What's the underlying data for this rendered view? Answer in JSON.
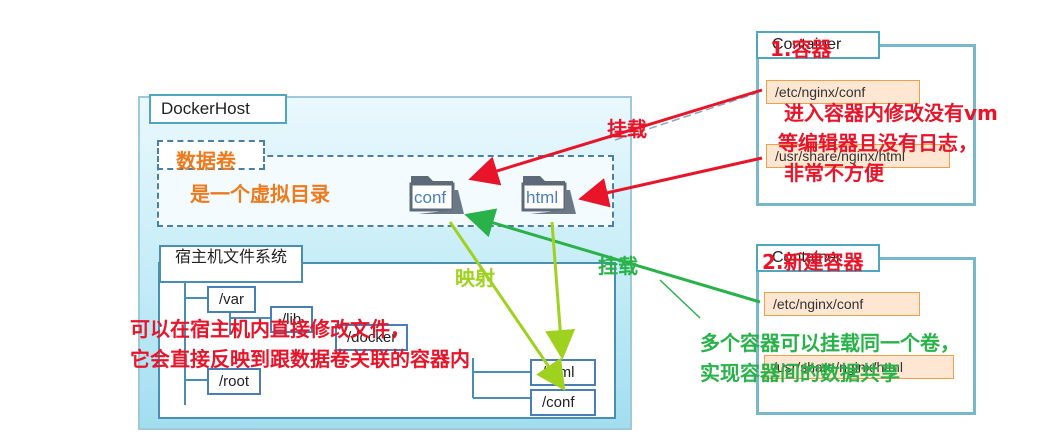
{
  "docker_host": {
    "label": "DockerHost",
    "volume": {
      "label": "数据卷",
      "description": "是一个虚拟目录",
      "folders": [
        "conf",
        "html"
      ]
    },
    "host_fs": {
      "label": "宿主机文件系统",
      "dirs": [
        "/var",
        "/lib",
        "/docker",
        "/root",
        "/html",
        "/conf"
      ]
    }
  },
  "container1": {
    "label": "Container",
    "overlay": "1.容器",
    "paths": [
      "/etc/nginx/conf",
      "/usr/share/nginx/html"
    ],
    "note": [
      "进入容器内修改没有vm",
      "等编辑器且没有日志，",
      "非常不方便"
    ]
  },
  "container2": {
    "label": "Container",
    "overlay": "2.新建容器",
    "paths": [
      "/etc/nginx/conf",
      "/usr/share/nginx/html"
    ],
    "note": [
      "多个容器可以挂载同一个卷，",
      "实现容器间的数据共享"
    ]
  },
  "annotations": {
    "mount_red": "挂载",
    "mount_green": "挂载",
    "mapping": "映射",
    "host_edit": [
      "可以在宿主机内直接修改文件，",
      "它会直接反映到跟数据卷关联的容器内"
    ]
  },
  "colors": {
    "annotation_red": "#e8142a",
    "annotation_green": "#2ab24a",
    "annotation_lime": "#9ed21e",
    "annotation_orange": "#ee7a1e",
    "host_border": "#4ea6bf"
  }
}
